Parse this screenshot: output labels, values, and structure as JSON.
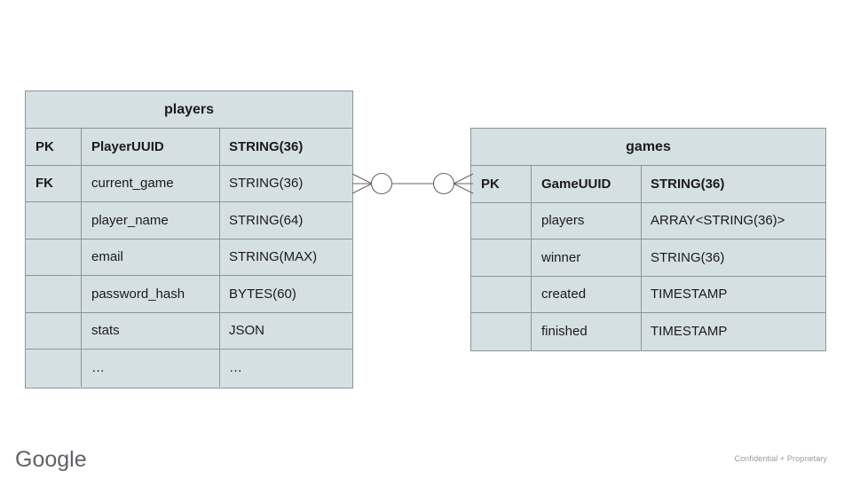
{
  "diagram": {
    "type": "entity-relationship",
    "colors": {
      "entity_fill": "#d4e0e2",
      "entity_border": "#8b9699",
      "text": "#1b1b1b",
      "connector": "#666666",
      "footer_text": "#9b9b9b",
      "logo": "#5f6368",
      "background": "#ffffff"
    },
    "entities": [
      {
        "id": "players",
        "title": "players",
        "rows": [
          {
            "key": "PK",
            "name": "PlayerUUID",
            "type": "STRING(36)",
            "emphasis": true
          },
          {
            "key": "FK",
            "name": "current_game",
            "type": "STRING(36)",
            "emphasis": false
          },
          {
            "key": "",
            "name": "player_name",
            "type": "STRING(64)",
            "emphasis": false
          },
          {
            "key": "",
            "name": "email",
            "type": "STRING(MAX)",
            "emphasis": false
          },
          {
            "key": "",
            "name": "password_hash",
            "type": "BYTES(60)",
            "emphasis": false
          },
          {
            "key": "",
            "name": "stats",
            "type": "JSON",
            "emphasis": false
          },
          {
            "key": "",
            "name": "…",
            "type": "…",
            "emphasis": false
          }
        ]
      },
      {
        "id": "games",
        "title": "games",
        "rows": [
          {
            "key": "PK",
            "name": "GameUUID",
            "type": "STRING(36)",
            "emphasis": true
          },
          {
            "key": "",
            "name": "players",
            "type": "ARRAY<STRING(36)>",
            "emphasis": false
          },
          {
            "key": "",
            "name": "winner",
            "type": "STRING(36)",
            "emphasis": false
          },
          {
            "key": "",
            "name": "created",
            "type": "TIMESTAMP",
            "emphasis": false
          },
          {
            "key": "",
            "name": "finished",
            "type": "TIMESTAMP",
            "emphasis": false
          }
        ]
      }
    ],
    "relationship": {
      "from": "players",
      "to": "games",
      "left_cardinality": "zero-or-many",
      "right_cardinality": "zero-or-many",
      "notation": "crows-foot"
    }
  },
  "footer": {
    "logo_text": "Google",
    "note": "Confidential + Proprietary"
  }
}
